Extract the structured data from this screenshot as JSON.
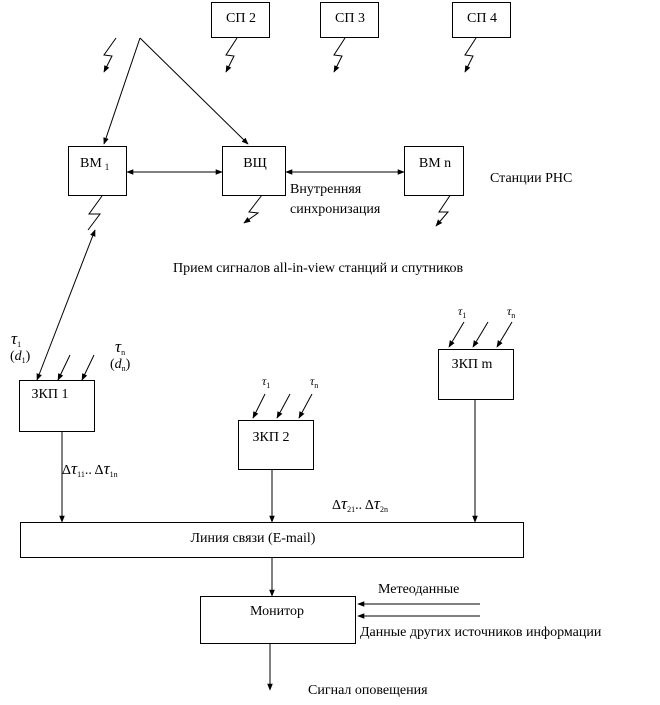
{
  "satellites": [
    "СП 2",
    "СП 3",
    "СП 4"
  ],
  "stations": {
    "bm1": {
      "name": "ВМ",
      "sub": "1"
    },
    "vsch": "ВЩ",
    "bmn": "ВМ n"
  },
  "labels": {
    "sync1": "Внутренняя",
    "sync2": "синхронизация",
    "stations_caption": "Станции РНС",
    "reception": "Прием сигналов all-in-view станций и спутников",
    "meteo": "Метеоданные",
    "other_sources": "Данные других источников информации",
    "alert": "Сигнал оповещения"
  },
  "zkp1": {
    "name": "ЗКП 1",
    "tau_symbol": "τ",
    "tau1_sub": "1",
    "taun_sub": "n",
    "d_symbol": "d",
    "d1_sub": "1",
    "dn_sub": "n",
    "paren_open": "(",
    "paren_close": ")"
  },
  "zkp2": {
    "name": "ЗКП 2",
    "tau_symbol": "τ",
    "tau1_sub": "1",
    "taun_sub": "n"
  },
  "zkpm": {
    "name": "ЗКП m",
    "tau_symbol": "τ",
    "tau1_sub": "1",
    "taun_sub": "n"
  },
  "deltas": {
    "delta_symbol": "Δ",
    "tau_symbol": "τ",
    "d1_sub_a": "11",
    "d1_sub_b": "1n",
    "d2_sub_a": "21",
    "d2_sub_b": "2n",
    "separator": ".. "
  },
  "comm_line": "Линия связи (E-mail)",
  "monitor": "Монитор"
}
